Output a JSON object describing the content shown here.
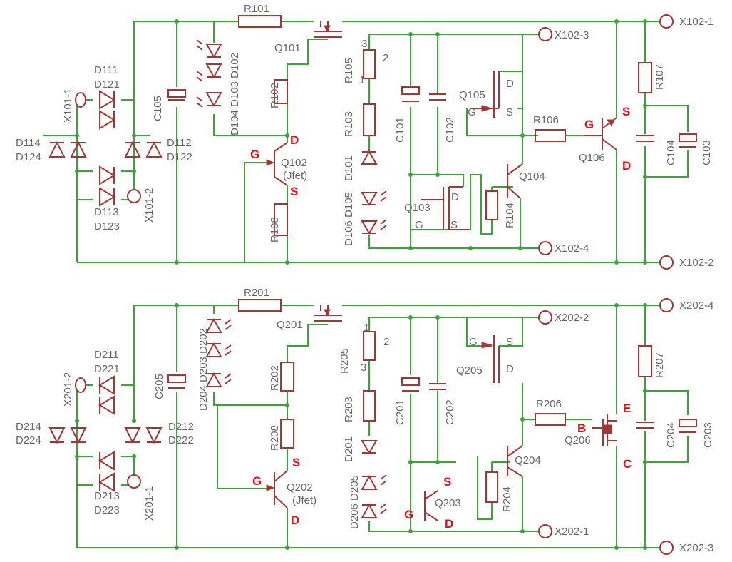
{
  "labels": {
    "R101": "R101",
    "Q101": "Q101",
    "C105": "C105",
    "D111": "D111",
    "D121": "D121",
    "X101_1": "X101-1",
    "D114": "D114",
    "D124": "D124",
    "D112": "D112",
    "D122": "D122",
    "D113": "D113",
    "D123": "D123",
    "X101_2": "X101-2",
    "D104D103D102": "D104 D103 D102",
    "R102": "R102",
    "Q102": "Q102",
    "Jfet1": "(Jfet)",
    "R108": "R108",
    "R105": "R105",
    "R103": "R103",
    "D101": "D101",
    "D106D105": "D106 D105",
    "C101": "C101",
    "C102": "C102",
    "Q105": "Q105",
    "Q103": "Q103",
    "Q104": "Q104",
    "R104": "R104",
    "R106": "R106",
    "Q106": "Q106",
    "R107": "R107",
    "C104": "C104",
    "C103": "C103",
    "X102_1": "X102-1",
    "X102_2": "X102-2",
    "X102_3": "X102-3",
    "X102_4": "X102-4",
    "R201": "R201",
    "Q201": "Q201",
    "C205": "C205",
    "D211": "D211",
    "D221": "D221",
    "X201_2": "X201-2",
    "D214": "D214",
    "D224": "D224",
    "D212": "D212",
    "D222": "D222",
    "D213": "D213",
    "D223": "D223",
    "X201_1": "X201-1",
    "D204D203D202": "D204 D203 D202",
    "R202": "R202",
    "R208": "R208",
    "Q202": "Q202",
    "Jfet2": "(Jfet)",
    "R205": "R205",
    "R203": "R203",
    "D201": "D201",
    "D206D205": "D206 D205",
    "C201": "C201",
    "C202": "C202",
    "Q205": "Q205",
    "Q203": "Q203",
    "Q204": "Q204",
    "R204": "R204",
    "R206": "R206",
    "Q206": "Q206",
    "R207": "R207",
    "C204": "C204",
    "C203": "C203",
    "X202_1": "X202-1",
    "X202_2": "X202-2",
    "X202_3": "X202-3",
    "X202_4": "X202-4",
    "pin1": "1",
    "pin2": "2",
    "pin3": "3",
    "pinD": "D",
    "pinS": "S",
    "pinG": "G"
  },
  "pin_markers": {
    "D": "D",
    "S": "S",
    "G": "G",
    "B": "B",
    "E": "E",
    "C": "C"
  },
  "colors": {
    "wire": "#3aa33a",
    "part": "#a03636",
    "label": "#666666",
    "marker": "#e0101a"
  }
}
